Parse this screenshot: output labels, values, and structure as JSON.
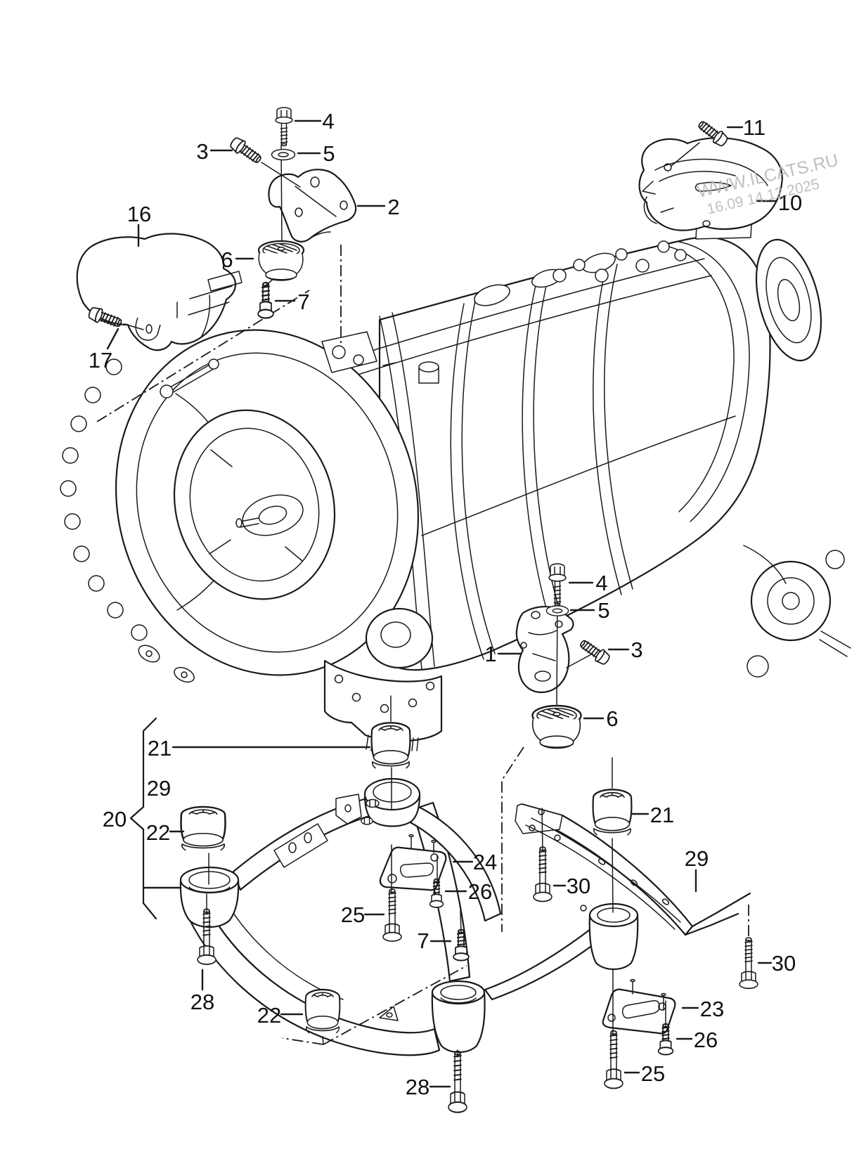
{
  "diagram": {
    "kind": "automatic-gearbox-mounting-and-subframe-parts-diagram",
    "background": "#ffffff",
    "line_color": "#1a1a1a"
  },
  "watermark": {
    "line1": "WWW.ILCATS.RU",
    "line2": "16.09 14.12.2025",
    "color": "#b5b5b5"
  },
  "callouts": [
    {
      "id": "4-top",
      "label": "4"
    },
    {
      "id": "3-top",
      "label": "3"
    },
    {
      "id": "5-top",
      "label": "5"
    },
    {
      "id": "2",
      "label": "2"
    },
    {
      "id": "6-top",
      "label": "6"
    },
    {
      "id": "7-top",
      "label": "7"
    },
    {
      "id": "16",
      "label": "16"
    },
    {
      "id": "17",
      "label": "17"
    },
    {
      "id": "11",
      "label": "11"
    },
    {
      "id": "10",
      "label": "10"
    },
    {
      "id": "1",
      "label": "1"
    },
    {
      "id": "4-right",
      "label": "4"
    },
    {
      "id": "5-right",
      "label": "5"
    },
    {
      "id": "3-right",
      "label": "3"
    },
    {
      "id": "6-right",
      "label": "6"
    },
    {
      "id": "20",
      "label": "20"
    },
    {
      "id": "21-left",
      "label": "21"
    },
    {
      "id": "29-left",
      "label": "29"
    },
    {
      "id": "22-left",
      "label": "22"
    },
    {
      "id": "24",
      "label": "24"
    },
    {
      "id": "26-left",
      "label": "26"
    },
    {
      "id": "25-left",
      "label": "25"
    },
    {
      "id": "7-bottom",
      "label": "7"
    },
    {
      "id": "28-left",
      "label": "28"
    },
    {
      "id": "22-right",
      "label": "22"
    },
    {
      "id": "28-right",
      "label": "28"
    },
    {
      "id": "21-right",
      "label": "21"
    },
    {
      "id": "29-right",
      "label": "29"
    },
    {
      "id": "30-left",
      "label": "30"
    },
    {
      "id": "30-right",
      "label": "30"
    },
    {
      "id": "23",
      "label": "23"
    },
    {
      "id": "26-right",
      "label": "26"
    },
    {
      "id": "25-right",
      "label": "25"
    }
  ]
}
